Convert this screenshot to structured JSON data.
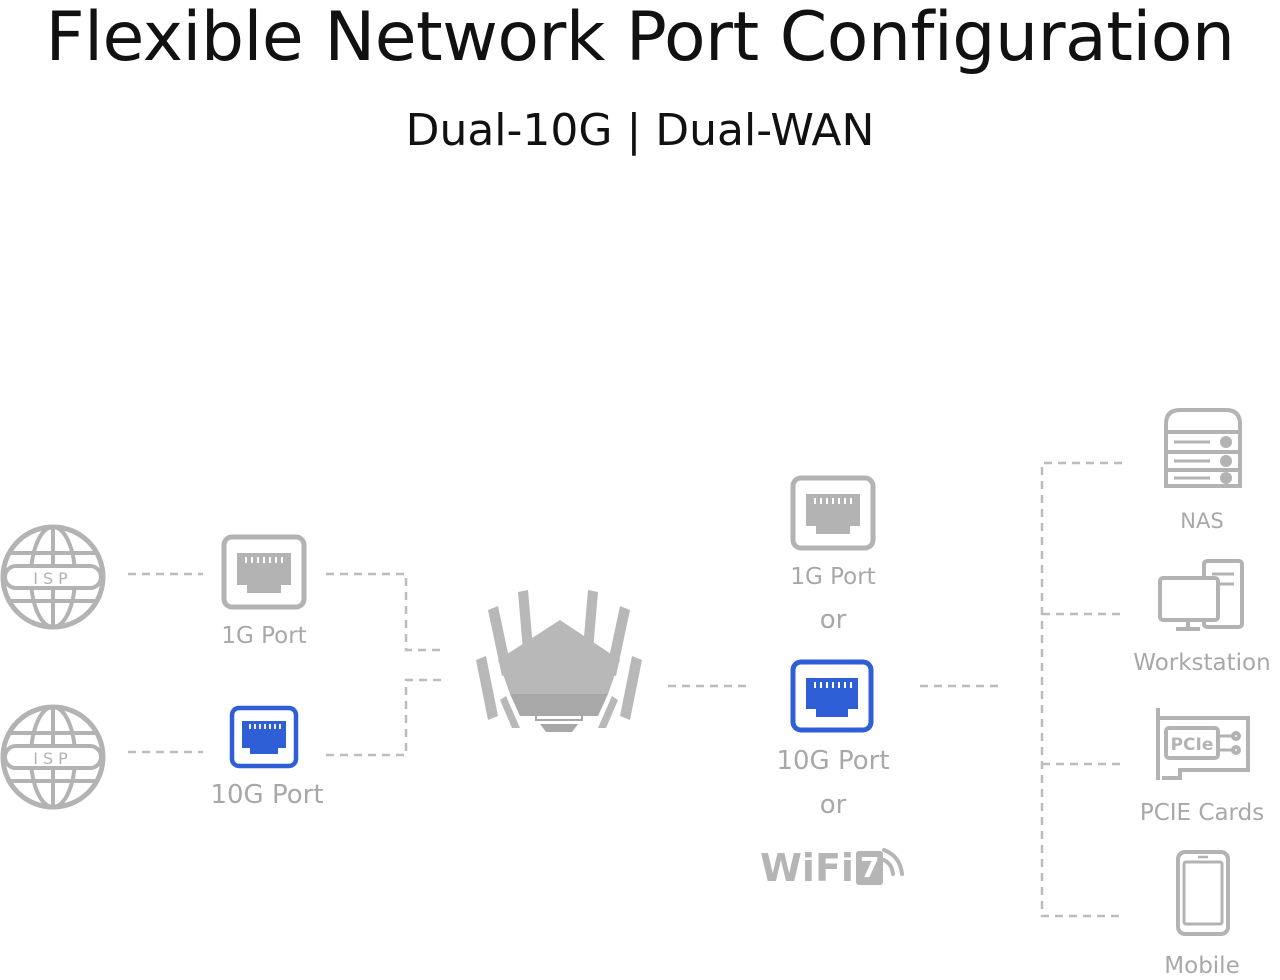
{
  "header": {
    "title": "Flexible Network Port Configuration",
    "subtitle": "Dual-10G | Dual-WAN"
  },
  "colors": {
    "gray_icon": "#b3b3b3",
    "blue_port": "#2f5fd6",
    "dashed_line": "#bdbdbd",
    "label": "#a8a8a8"
  },
  "left": {
    "isp_top": "ISP",
    "isp_bottom": "ISP",
    "port_1g": "1G Port",
    "port_10g": "10G Port"
  },
  "middle": {
    "port_1g": "1G Port",
    "or_1": "or",
    "port_10g": "10G Port",
    "or_2": "or",
    "wifi_text": "WiFi",
    "wifi_num": "7"
  },
  "devices": [
    {
      "label": "NAS",
      "icon": "nas-icon"
    },
    {
      "label": "Workstation",
      "icon": "workstation-icon"
    },
    {
      "label": "PCIE Cards",
      "icon": "pcie-card-icon",
      "card_text": "PCIe"
    },
    {
      "label": "Mobile",
      "icon": "mobile-icon"
    }
  ]
}
